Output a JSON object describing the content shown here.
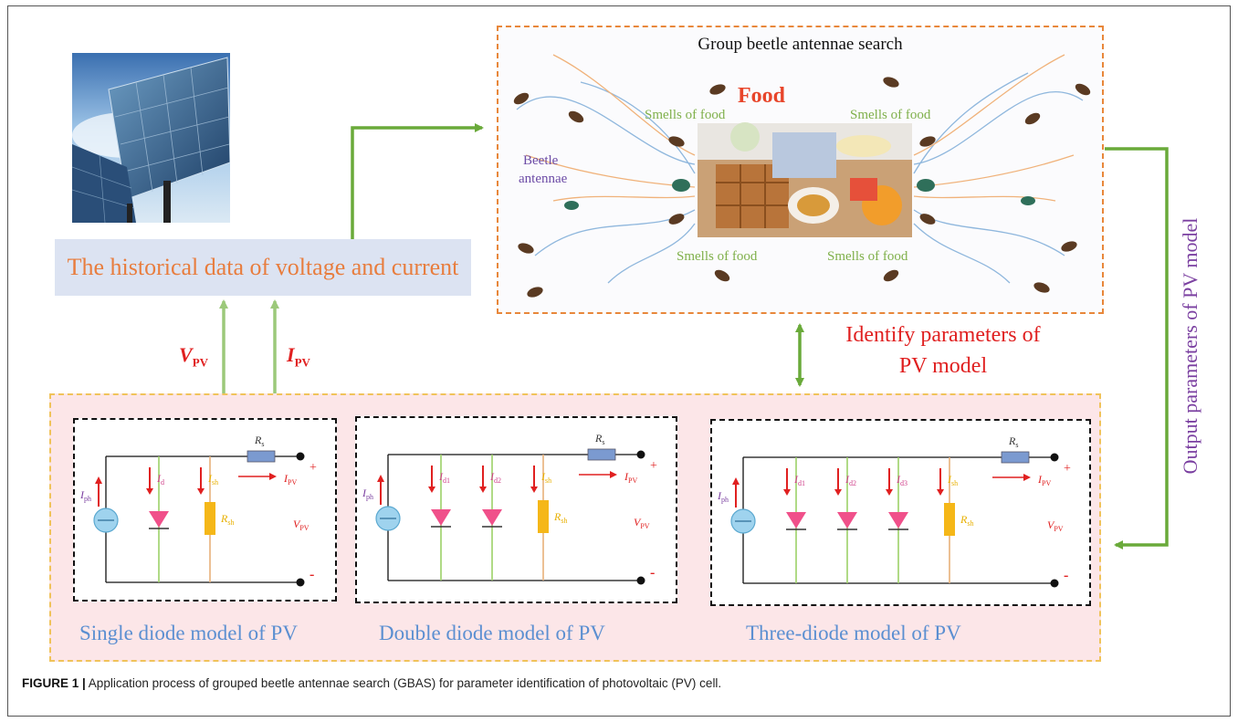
{
  "history_box": {
    "label": "The historical data of voltage and current"
  },
  "gbas": {
    "title": "Group beetle antennae search",
    "food_label": "Food",
    "smell_label": "Smells of food",
    "antennae_label_line1": "Beetle",
    "antennae_label_line2": "antennae"
  },
  "arrows": {
    "vpv_main": "V",
    "vpv_sub": "PV",
    "ipv_main": "I",
    "ipv_sub": "PV",
    "identify_line1": "Identify parameters of",
    "identify_line2": "PV model",
    "output_label": "Output parameters of  PV model"
  },
  "models": {
    "single": {
      "caption": "Single diode model of PV",
      "source": "ph",
      "diodes": [
        "d"
      ],
      "ish": "sh",
      "rsh": "sh",
      "rs": "s",
      "ipv": "PV",
      "vpv": "PV",
      "plus": "+",
      "minus": "-"
    },
    "double": {
      "caption": "Double diode model of PV",
      "source": "ph",
      "diodes": [
        "d1",
        "d2"
      ],
      "ish": "sh",
      "rsh": "sh",
      "rs": "s",
      "ipv": "PV",
      "vpv": "PV",
      "plus": "+",
      "minus": "-"
    },
    "three": {
      "caption": "Three-diode model of PV",
      "source": "ph",
      "diodes": [
        "d1",
        "d2",
        "d3"
      ],
      "ish": "sh",
      "rsh": "sh",
      "rs": "s",
      "ipv": "PV",
      "vpv": "PV",
      "plus": "+",
      "minus": "-"
    }
  },
  "figure_caption": {
    "label": "FIGURE 1 |",
    "text": " Application process of grouped beetle antennae search (GBAS) for parameter identification of photovoltaic (PV) cell."
  },
  "colors": {
    "green": "#6aaa3a",
    "lightgreen": "#9cc97a",
    "red": "#e02020",
    "purple": "#7a3fa0",
    "orange": "#e8873a",
    "blue": "#5b8fd1",
    "diode": "#f0508a",
    "rsh": "#f5b718",
    "rs": "#7b9ad0",
    "source": "#9fd3ee"
  }
}
